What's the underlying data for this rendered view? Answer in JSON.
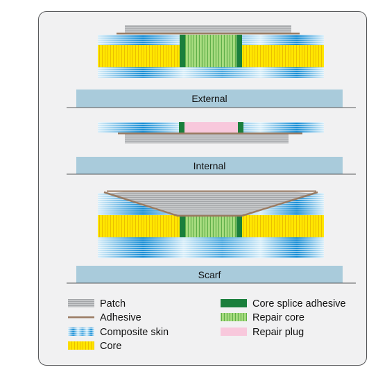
{
  "section_labels": {
    "external": "External",
    "internal": "Internal",
    "scarf": "Scarf"
  },
  "legend": {
    "left": [
      {
        "key": "patch",
        "label": "Patch"
      },
      {
        "key": "adhesive",
        "label": "Adhesive"
      },
      {
        "key": "composite_skin",
        "label": "Composite skin"
      },
      {
        "key": "core",
        "label": "Core"
      }
    ],
    "right": [
      {
        "key": "core_splice_adhesive",
        "label": "Core splice adhesive"
      },
      {
        "key": "repair_core",
        "label": "Repair core"
      },
      {
        "key": "repair_plug",
        "label": "Repair plug"
      }
    ]
  },
  "colors": {
    "frame_fill": "#f1f1f2",
    "label_band": "#a9cbdb",
    "patch": "#bcbec0",
    "adhesive": "#9a7b62",
    "skin_light": "#cde9f7",
    "skin_dark": "#1a8fd6",
    "core": "#ffe600",
    "core_line": "#e8b700",
    "splice": "#1a7f3c",
    "repair_core": "#8fd16a",
    "repair_plug": "#f8c8dc"
  }
}
